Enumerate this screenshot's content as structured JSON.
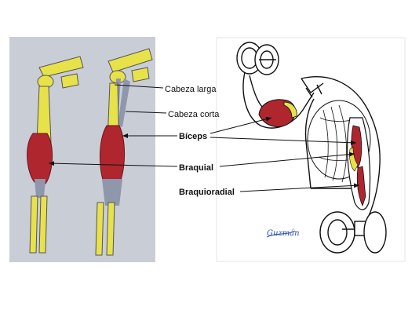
{
  "labels": {
    "cabeza_larga": "Cabeza larga",
    "cabeza_corta": "Cabeza corta",
    "biceps": "Bíceps",
    "braquial": "Braquial",
    "braquioradial": "Braquioradial"
  },
  "colors": {
    "bone": "#e8e24a",
    "muscle": "#b0262e",
    "tendon": "#8f97ad",
    "paper_left": "#c9cdd6",
    "arrow": "#111111",
    "signature": "#2a4fb0"
  },
  "signature_text": "Guzmán"
}
